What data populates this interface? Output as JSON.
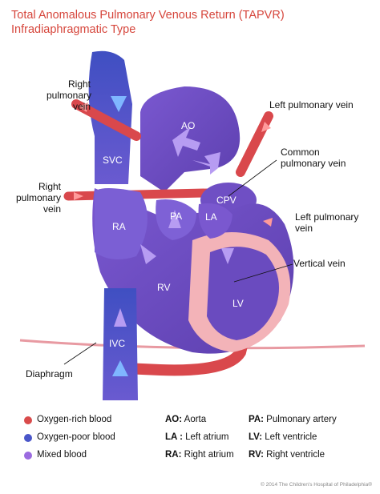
{
  "title": {
    "line1": "Total Anomalous Pulmonary Venous Return (TAPVR)",
    "line2": "Infradiaphragmatic Type"
  },
  "colors": {
    "title": "#d6463c",
    "oxygen_rich": "#d94b4b",
    "oxygen_poor": "#4a56c9",
    "mixed": "#9b6be0",
    "heart_purple": "#6a4bbf",
    "pink_wall": "#f1a8b0"
  },
  "labels": {
    "right_pulmonary_vein_top": [
      "Right",
      "pulmonary",
      "vein"
    ],
    "right_pulmonary_vein_mid": [
      "Right",
      "pulmonary",
      "vein"
    ],
    "left_pulmonary_vein_top": "Left pulmonary vein",
    "common_pulmonary_vein": [
      "Common",
      "pulmonary vein"
    ],
    "left_pulmonary_vein_bottom": [
      "Left pulmonary",
      "vein"
    ],
    "vertical_vein": "Vertical vein",
    "diaphragm": "Diaphragm"
  },
  "chambers": {
    "ao": "AO",
    "svc": "SVC",
    "cpv": "CPV",
    "ra": "RA",
    "pa": "PA",
    "la": "LA",
    "rv": "RV",
    "lv": "LV",
    "ivc": "IVC"
  },
  "legend": {
    "colors": [
      {
        "label": "Oxygen-rich blood",
        "icon": "red-dot"
      },
      {
        "label": "Oxygen-poor blood",
        "icon": "blue-dot"
      },
      {
        "label": "Mixed blood",
        "icon": "purple-dot"
      }
    ],
    "abbreviations_col1": [
      {
        "abbr": "AO:",
        "text": "Aorta"
      },
      {
        "abbr": "LA :",
        "text": "Left atrium"
      },
      {
        "abbr": "RA:",
        "text": "Right atrium"
      }
    ],
    "abbreviations_col2": [
      {
        "abbr": "PA:",
        "text": "Pulmonary artery"
      },
      {
        "abbr": "LV:",
        "text": "Left ventricle"
      },
      {
        "abbr": "RV:",
        "text": "Right ventricle"
      }
    ]
  },
  "copyright": "© 2014 The Children's Hospital of Philadelphia®"
}
